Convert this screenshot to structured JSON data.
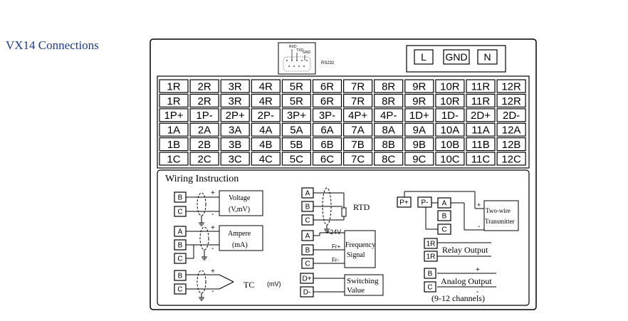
{
  "page_title": "VX14 Connections",
  "rs232": {
    "rxd": "RXD",
    "txd": "TXD",
    "gnd": "GND",
    "label": "RS232"
  },
  "power": [
    "L",
    "GND",
    "N"
  ],
  "terminal_rows": [
    [
      "1R",
      "2R",
      "3R",
      "4R",
      "5R",
      "6R",
      "7R",
      "8R",
      "9R",
      "10R",
      "11R",
      "12R"
    ],
    [
      "1R",
      "2R",
      "3R",
      "4R",
      "5R",
      "6R",
      "7R",
      "8R",
      "9R",
      "10R",
      "11R",
      "12R"
    ],
    [
      "1P+",
      "1P-",
      "2P+",
      "2P-",
      "3P+",
      "3P-",
      "4P+",
      "4P-",
      "1D+",
      "1D-",
      "2D+",
      "2D-"
    ],
    [
      "1A",
      "2A",
      "3A",
      "4A",
      "5A",
      "6A",
      "7A",
      "8A",
      "9A",
      "10A",
      "11A",
      "12A"
    ],
    [
      "1B",
      "2B",
      "3B",
      "4B",
      "5B",
      "6B",
      "7B",
      "8B",
      "9B",
      "10B",
      "11B",
      "12B"
    ],
    [
      "1C",
      "2C",
      "3C",
      "4C",
      "5C",
      "6C",
      "7C",
      "8C",
      "9C",
      "10C",
      "11C",
      "12C"
    ]
  ],
  "wiring": {
    "title": "Wiring Instruction",
    "voltage": {
      "terms": [
        "B",
        "C"
      ],
      "label1": "Voltage",
      "label2": "(V,mV)",
      "plus": "+",
      "minus": "-"
    },
    "ampere": {
      "terms": [
        "A",
        "B",
        "C"
      ],
      "label1": "Ampere",
      "label2": "(mA)",
      "plus": "+",
      "minus": "-"
    },
    "tc": {
      "terms": [
        "B",
        "C"
      ],
      "label": "TC",
      "unit": "(mV)",
      "plus": "+",
      "minus": "-"
    },
    "rtd": {
      "terms": [
        "A",
        "B",
        "C"
      ],
      "label": "RTD"
    },
    "frequency": {
      "terms": [
        "A",
        "B",
        "C"
      ],
      "v24": "+24V",
      "frp": "Fr+",
      "frm": "Fr-",
      "label1": "Frequency",
      "label2": "Signal"
    },
    "switching": {
      "terms": [
        "D+",
        "D-"
      ],
      "label1": "Switching",
      "label2": "Value"
    },
    "two_wire": {
      "terms": [
        "P+",
        "P-",
        "A",
        "B",
        "C"
      ],
      "label1": "Two-wire",
      "label2": "Transmitter",
      "plus": "+",
      "minus": "-"
    },
    "relay": {
      "terms": [
        "1R",
        "1R"
      ],
      "label": "Relay Output"
    },
    "analog": {
      "terms": [
        "B",
        "C"
      ],
      "label": "Analog Output",
      "note": "(9-12 channels)",
      "plus": "+",
      "minus": "-"
    }
  }
}
